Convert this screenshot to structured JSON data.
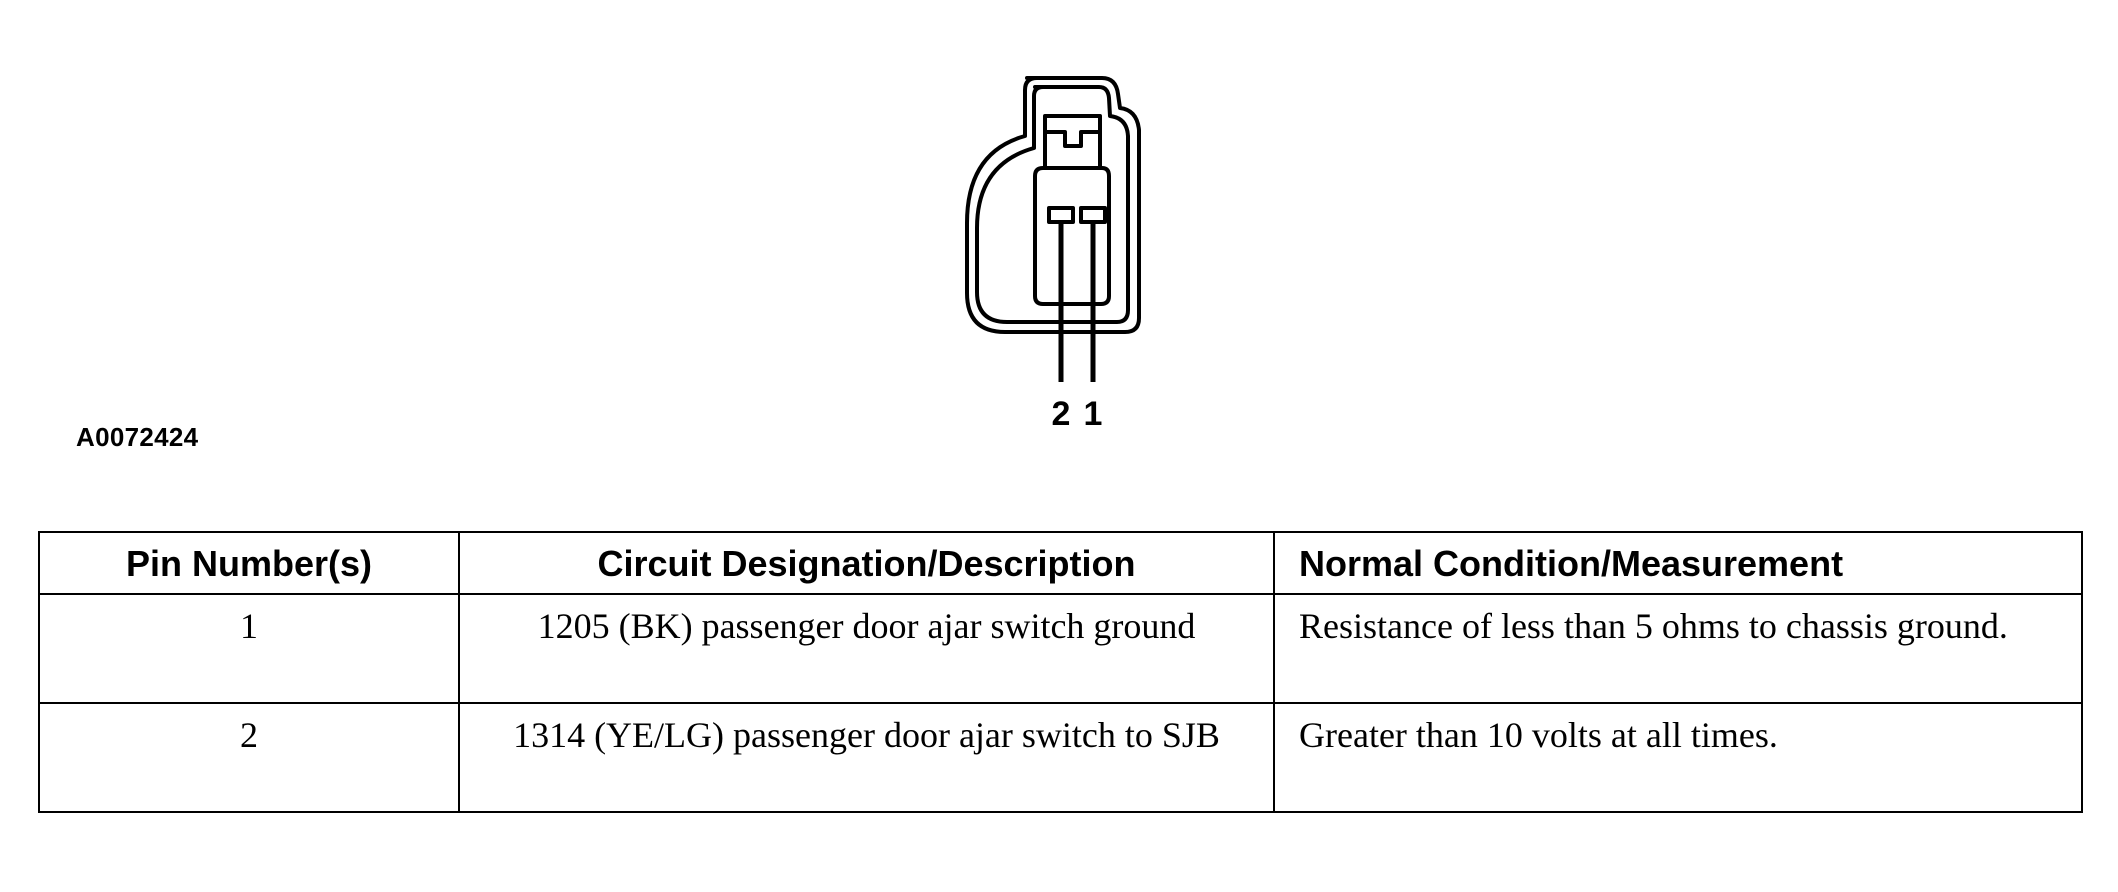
{
  "figure": {
    "id": "A0072424",
    "pin_labels": [
      "2",
      "1"
    ]
  },
  "table": {
    "headers": {
      "pin": "Pin Number(s)",
      "circuit": "Circuit Designation/Description",
      "normal": "Normal Condition/Measurement"
    },
    "rows": [
      {
        "pin": "1",
        "circuit": "1205 (BK) passenger door ajar switch ground",
        "normal": "Resistance of less than 5 ohms to chassis ground."
      },
      {
        "pin": "2",
        "circuit": "1314 (YE/LG) passenger door ajar switch to SJB",
        "normal": "Greater than 10 volts at all times."
      }
    ]
  },
  "colors": {
    "line": "#000000",
    "background": "#ffffff"
  }
}
